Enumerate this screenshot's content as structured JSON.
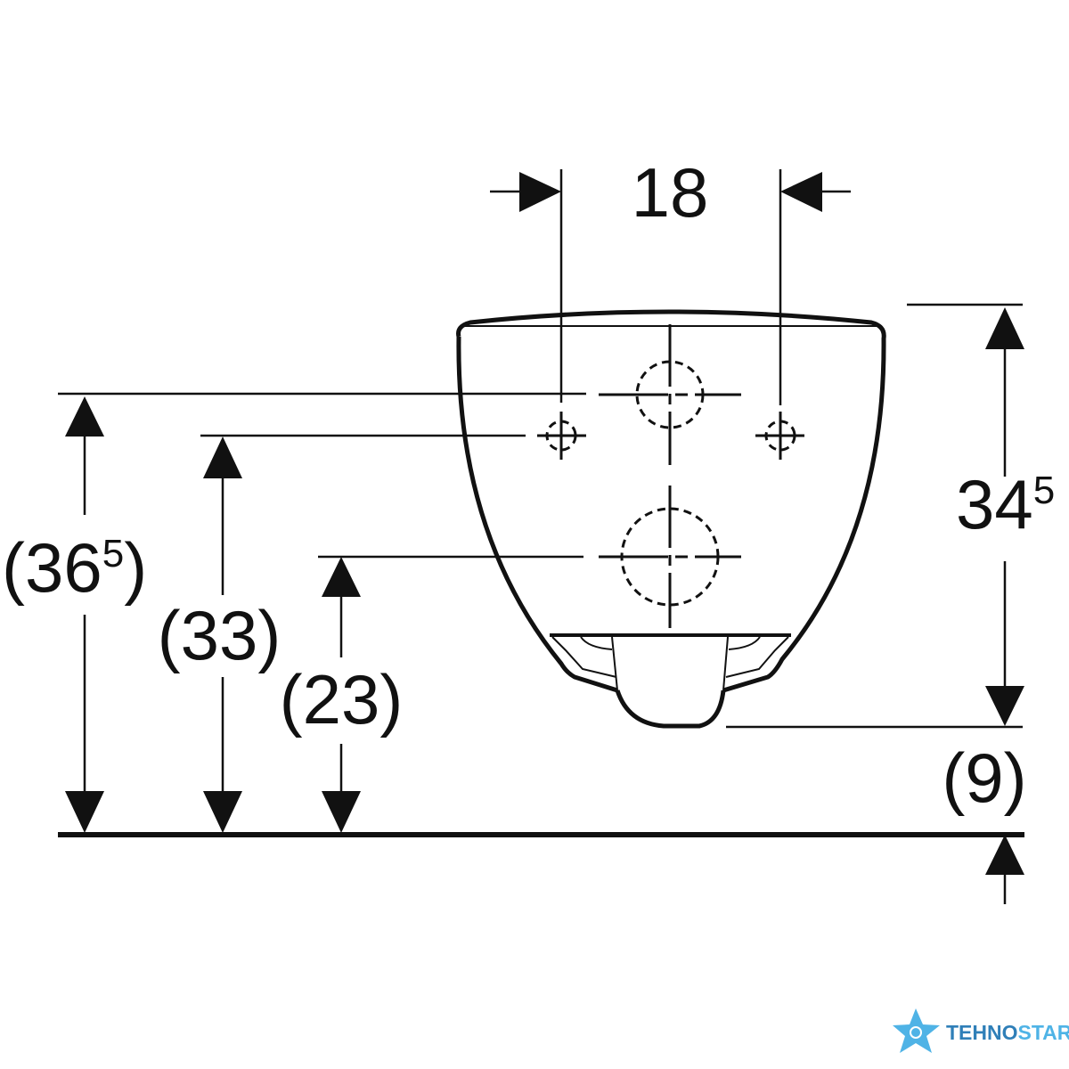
{
  "dimensions": {
    "width_top": {
      "main": "18"
    },
    "height_right": {
      "main": "34",
      "sup": "5"
    },
    "clearance": {
      "main": "(9)"
    },
    "height_365": {
      "open": "(",
      "main": "36",
      "sup": "5",
      "close": ")"
    },
    "height_33": {
      "main": "(33)"
    },
    "height_23": {
      "main": "(23)"
    }
  },
  "logo": {
    "part1": "TEHNO",
    "part2": "STAR",
    "color1": "#2f7fb8",
    "color2": "#4fb3e6"
  },
  "colors": {
    "line": "#111111"
  }
}
